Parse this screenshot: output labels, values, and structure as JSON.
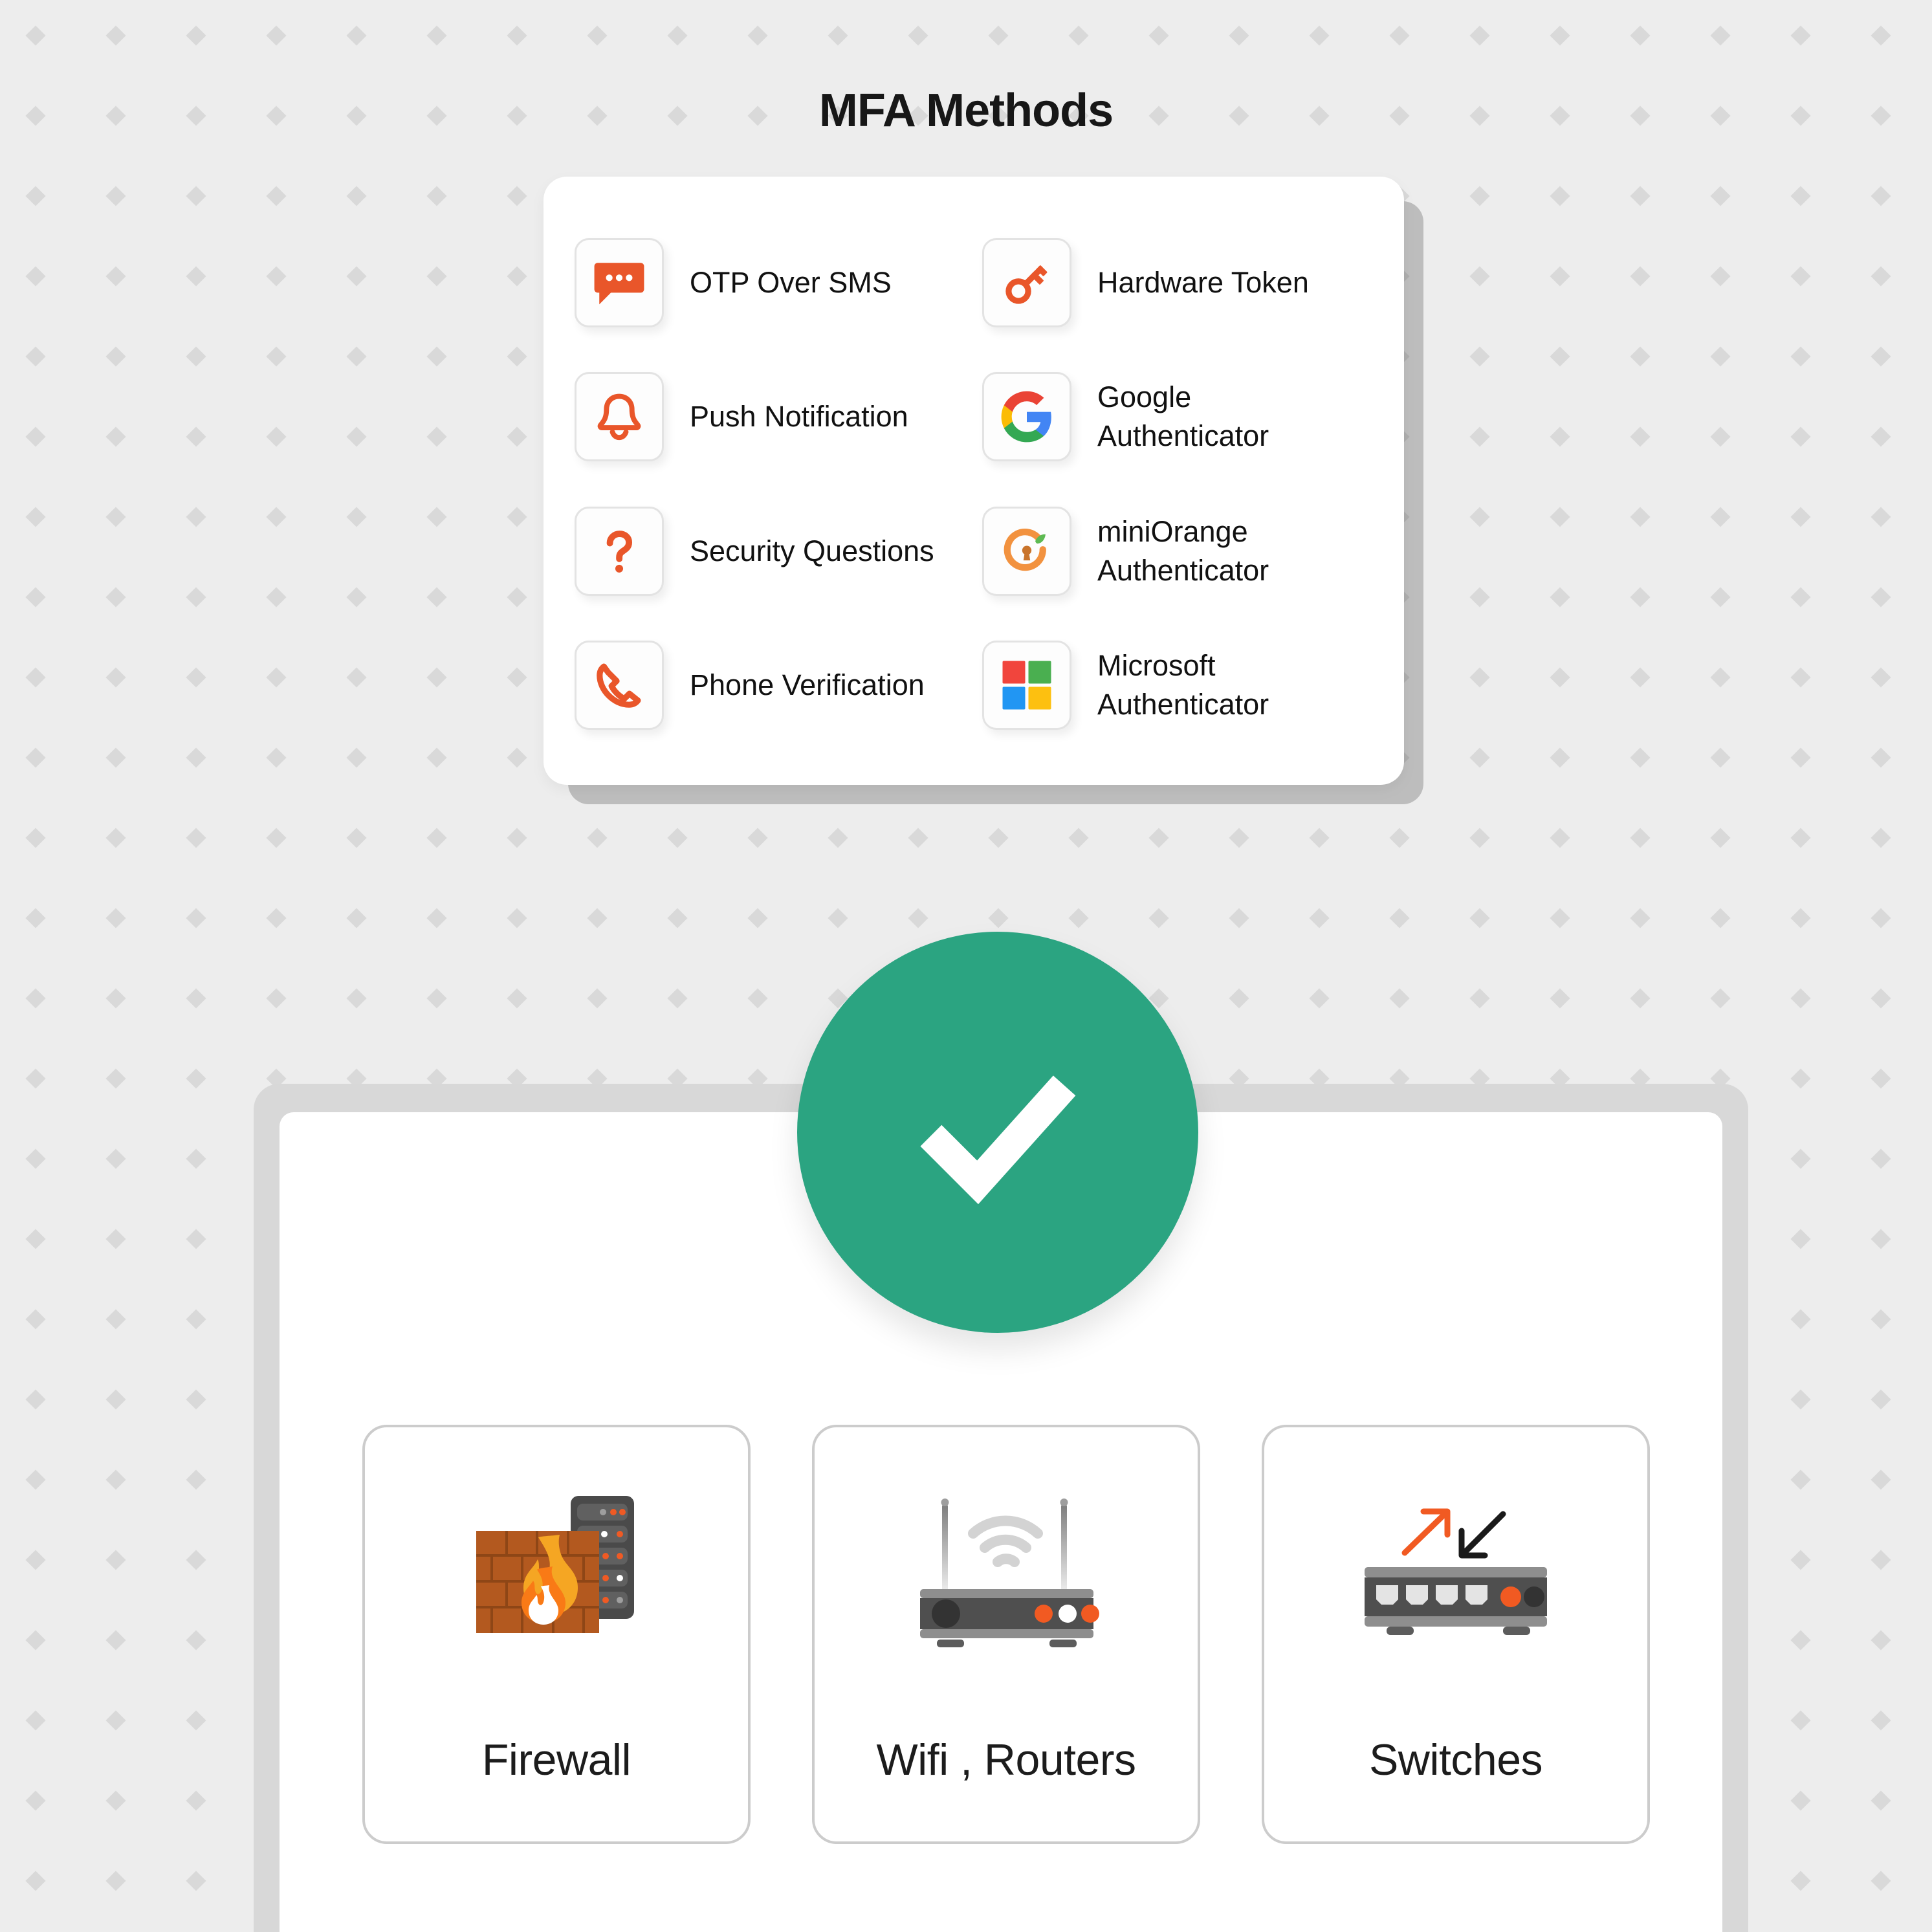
{
  "page": {
    "title": "MFA Methods",
    "background_color": "#ededed",
    "accent_orange": "#e9562a",
    "accent_green": "#2ba481"
  },
  "mfa_card": {
    "methods": [
      {
        "label": "OTP Over SMS",
        "icon": "sms-chat-icon"
      },
      {
        "label": "Hardware Token",
        "icon": "key-icon"
      },
      {
        "label": "Push Notification",
        "icon": "bell-icon"
      },
      {
        "label": "Google Authenticator",
        "icon": "google-logo-icon"
      },
      {
        "label": "Security Questions",
        "icon": "question-mark-icon"
      },
      {
        "label": "miniOrange Authenticator",
        "icon": "miniorange-logo-icon"
      },
      {
        "label": "Phone Verification",
        "icon": "phone-handset-icon"
      },
      {
        "label": "Microsoft Authenticator",
        "icon": "microsoft-logo-icon"
      }
    ]
  },
  "status": {
    "badge": "check-circle-icon",
    "badge_color": "#2ba481"
  },
  "device_panel": {
    "devices": [
      {
        "label": "Firewall",
        "icon": "firewall-brick-flame-icon"
      },
      {
        "label": "Wifi , Routers",
        "icon": "wifi-router-icon"
      },
      {
        "label": "Switches",
        "icon": "network-switch-icon"
      }
    ]
  }
}
